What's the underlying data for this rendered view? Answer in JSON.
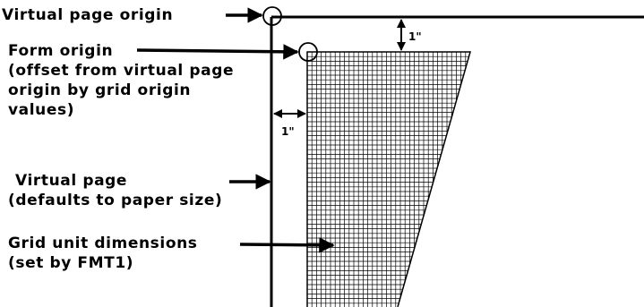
{
  "labels": {
    "virtual_page_origin": "Virtual page origin",
    "form_origin": [
      "Form origin",
      "(offset from virtual page",
      "origin by grid origin",
      "values)"
    ],
    "virtual_page": [
      "Virtual page",
      "(defaults to paper size)"
    ],
    "grid_unit": [
      "Grid unit dimensions",
      "(set by FMT1)"
    ]
  },
  "dimensions": {
    "top_offset": "1\"",
    "left_offset": "1\""
  },
  "colors": {
    "ink": "#000000",
    "background": "#ffffff"
  }
}
